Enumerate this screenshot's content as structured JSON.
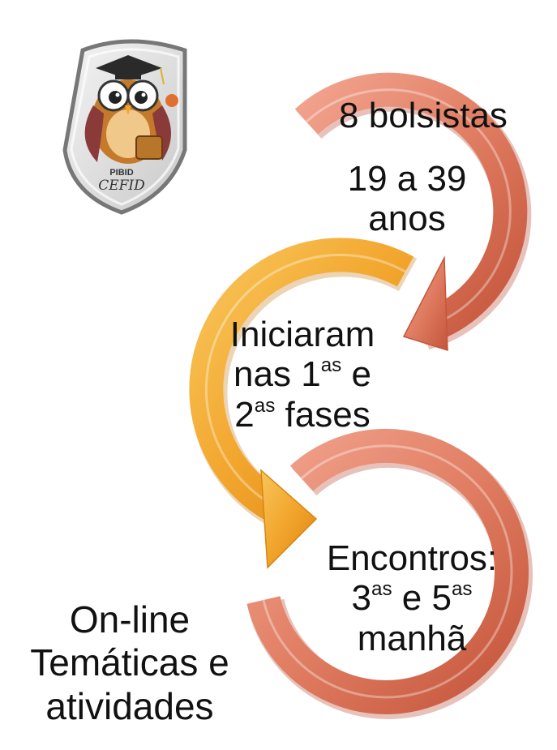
{
  "logo": {
    "name": "PIBID CEFID owl emblem",
    "lettering_top": "PIBID",
    "lettering_bottom": "CEFID"
  },
  "steps": [
    {
      "lines": [
        "8 bolsistas"
      ],
      "sub_lines": [
        "19 a 39",
        "anos"
      ],
      "color": "#e07d62"
    },
    {
      "line1": "Iniciaram",
      "line2_pre": "nas 1",
      "line2_sup": "as",
      "line2_post": " e",
      "line3_pre": "2",
      "line3_sup": "as",
      "line3_post": " fases",
      "color": "#f2a52c"
    },
    {
      "line1": "Encontros:",
      "line2_pre": "3",
      "line2_sup": "as",
      "line2_mid": " e 5",
      "line2_sup2": "as",
      "line3": "manhã",
      "color": "#e07d62"
    }
  ],
  "side_text": {
    "lines": [
      "On-line",
      "Temáticas e",
      "atividades"
    ]
  },
  "colors": {
    "coral": "#e07d62",
    "coral_dark": "#c4553b",
    "coral_light": "#f2a38e",
    "orange": "#f2a52c",
    "orange_dark": "#d98512",
    "orange_light": "#f8c55a"
  }
}
